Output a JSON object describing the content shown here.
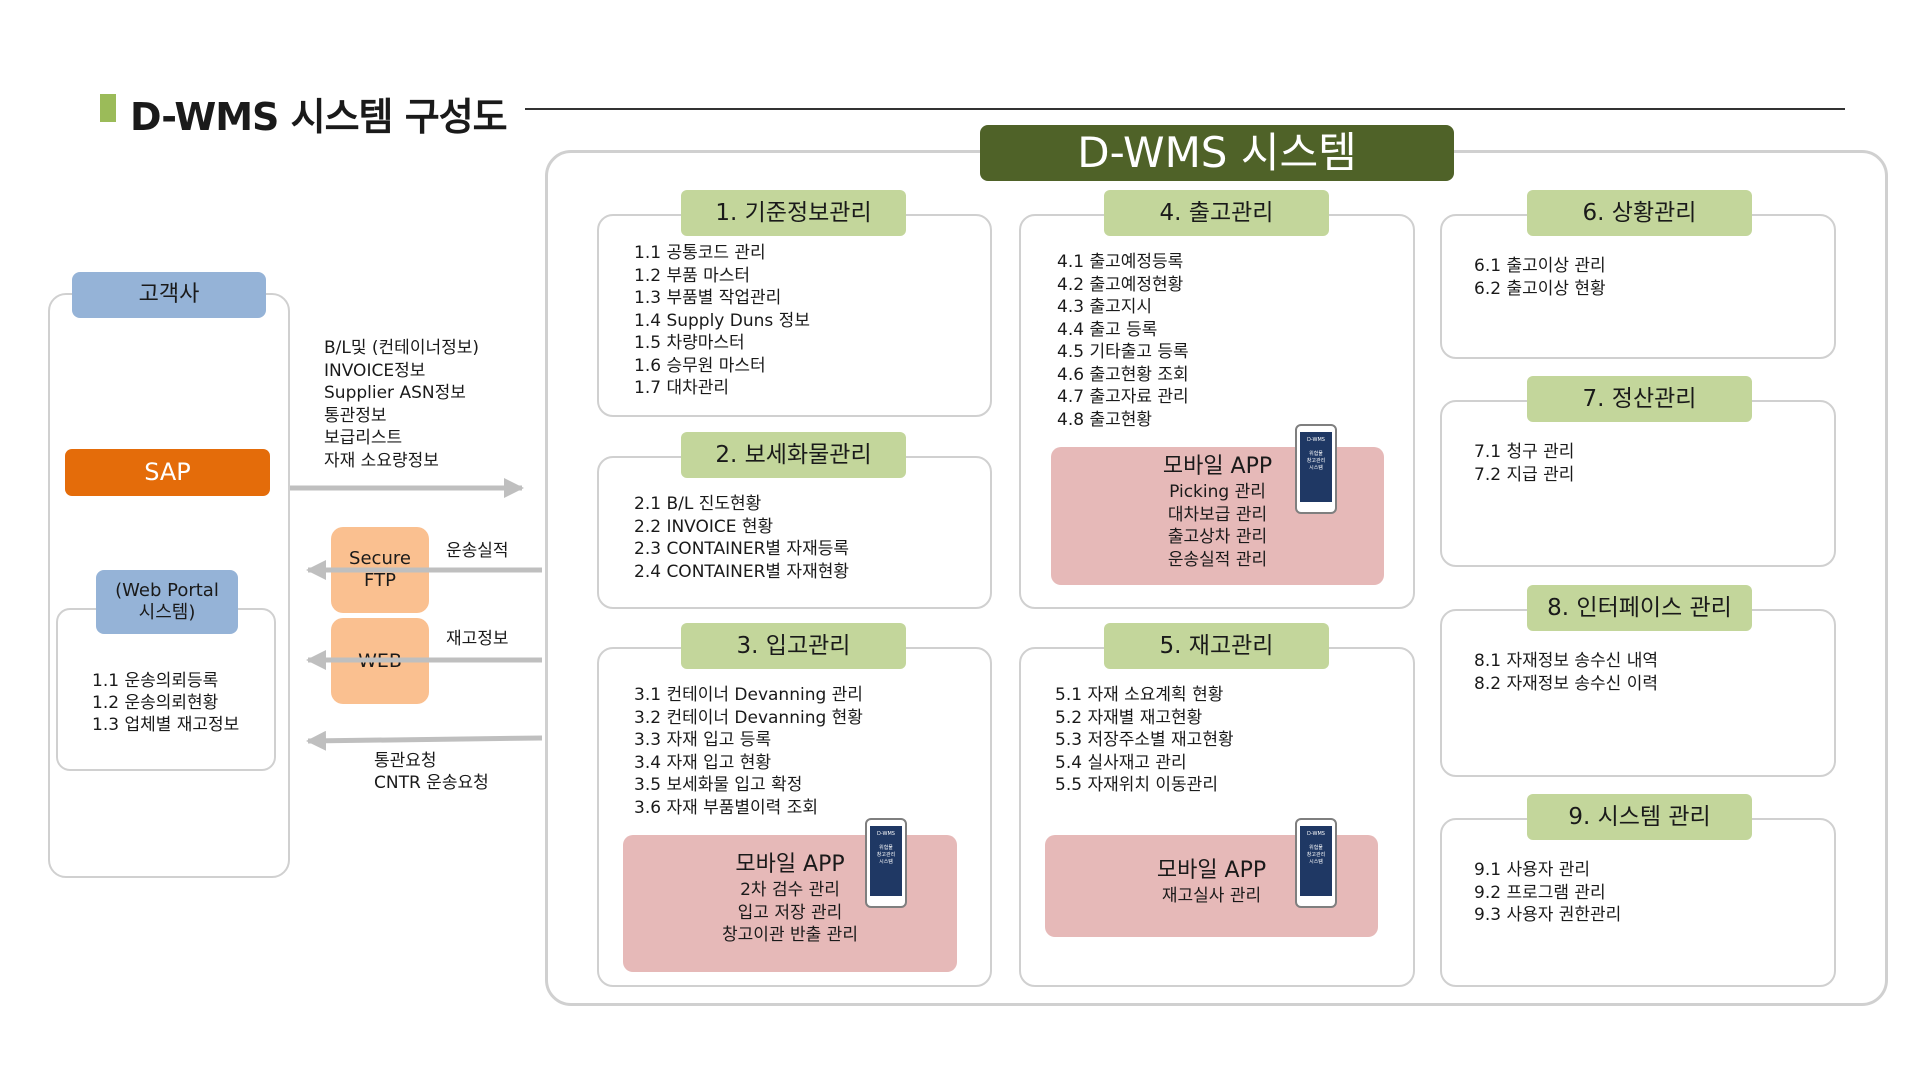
{
  "page": {
    "title": "D-WMS 시스템 구성도"
  },
  "system": {
    "banner": "D-WMS 시스템"
  },
  "client": {
    "label": "고객사",
    "sap": "SAP",
    "portal": {
      "label_line1": "(Web Portal",
      "label_line2": "시스템)",
      "items": [
        "1.1 운송의뢰등록",
        "1.2 운송의뢰현황",
        "1.3 업체별 재고정보"
      ]
    }
  },
  "interfaces": {
    "sap_info": [
      "B/L및 (컨테이너정보)",
      "INVOICE정보",
      "Supplier ASN정보",
      "통관정보",
      "보급리스트",
      "자재 소요량정보"
    ],
    "sftp_line1": "Secure",
    "sftp_line2": "FTP",
    "web": "WEB",
    "transport_result": "운송실적",
    "inventory_info": "재고정보",
    "request_line1": "통관요청",
    "request_line2": "CNTR 운송요청"
  },
  "modules": {
    "m1": {
      "title": "1. 기준정보관리",
      "items": [
        "1.1 공통코드 관리",
        "1.2 부품 마스터",
        "1.3 부품별 작업관리",
        "1.4 Supply Duns 정보",
        "1.5 차량마스터",
        "1.6 승무원 마스터",
        "1.7 대차관리"
      ]
    },
    "m2": {
      "title": "2. 보세화물관리",
      "items": [
        "2.1 B/L 진도현황",
        "2.2 INVOICE 현황",
        "2.3 CONTAINER별 자재등록",
        "2.4 CONTAINER별 자재현황"
      ]
    },
    "m3": {
      "title": "3. 입고관리",
      "items": [
        "3.1 컨테이너 Devanning 관리",
        "3.2 컨테이너 Devanning 현황",
        "3.3 자재 입고 등록",
        "3.4 자재 입고 현황",
        "3.5 보세화물 입고 확정",
        "3.6 자재 부품별이력 조회"
      ],
      "app": {
        "title": "모바일 APP",
        "items": [
          "2차 검수 관리",
          "입고 저장 관리",
          "창고이관 반출 관리"
        ]
      }
    },
    "m4": {
      "title": "4. 출고관리",
      "items": [
        "4.1 출고예정등록",
        "4.2 출고예정현황",
        "4.3 출고지시",
        "4.4 출고 등록",
        "4.5 기타출고 등록",
        "4.6 출고현황 조회",
        "4.7 출고자료 관리",
        "4.8 출고현황"
      ],
      "app": {
        "title": "모바일 APP",
        "items": [
          "Picking 관리",
          "대차보급 관리",
          "출고상차 관리",
          "운송실적 관리"
        ]
      }
    },
    "m5": {
      "title": "5. 재고관리",
      "items": [
        "5.1 자재 소요계획 현황",
        "5.2 자재별 재고현황",
        "5.3 저장주소별 재고현황",
        "5.4 실사재고 관리",
        "5.5 자재위치 이동관리"
      ],
      "app": {
        "title": "모바일 APP",
        "items": [
          "재고실사 관리"
        ]
      }
    },
    "m6": {
      "title": "6. 상황관리",
      "items": [
        "6.1 출고이상 관리",
        "6.2 출고이상 현황"
      ]
    },
    "m7": {
      "title": "7. 정산관리",
      "items": [
        "7.1 청구 관리",
        "7.2 지급 관리"
      ]
    },
    "m8": {
      "title": "8. 인터페이스 관리",
      "items": [
        "8.1 자재정보 송수신 내역",
        "8.2 자재정보 송수신 이력"
      ]
    },
    "m9": {
      "title": "9. 시스템 관리",
      "items": [
        "9.1 사용자 관리",
        "9.2 프로그램 관리",
        "9.3 사용자 권한관리"
      ]
    }
  },
  "phone": {
    "brand": "D-WMS",
    "line1": "위험물",
    "line2": "창고관리",
    "line3": "시스템"
  },
  "colors": {
    "banner": "#4f6228",
    "module_title": "#c3d69b",
    "client_label": "#95b3d7",
    "sap": "#e46c0a",
    "interface": "#fac090",
    "mobile_app": "#e6b9b8"
  }
}
